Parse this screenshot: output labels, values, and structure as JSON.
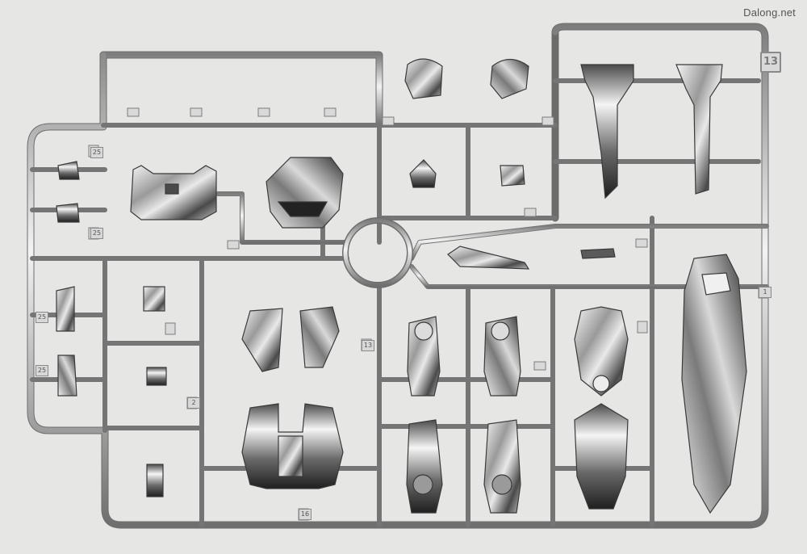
{
  "watermark": "Dalong.net",
  "sprue_label": "13",
  "colors": {
    "background": "#e6e6e4",
    "sprue": "#a8a8a8",
    "sprue_highlight": "#efefef",
    "chrome_dark": "#3c3c3c",
    "chrome_mid": "#8f8f8f",
    "chrome_light": "#f4f4f4"
  },
  "part_numbers": [
    "25",
    "25",
    "25",
    "25",
    "13",
    "16",
    "1",
    "2"
  ]
}
